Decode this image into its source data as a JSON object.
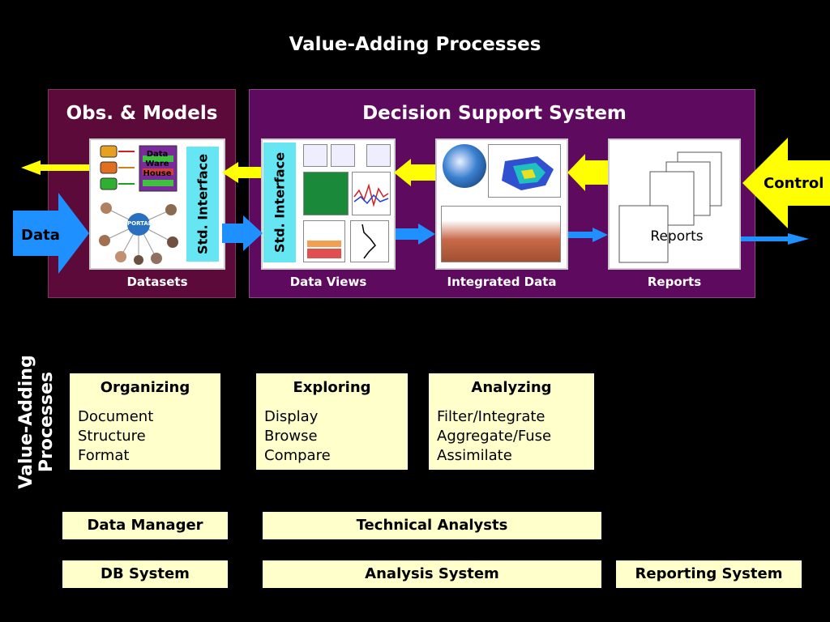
{
  "title": "Value-Adding Processes",
  "obs_panel": {
    "title": "Obs. & Models",
    "sublabel": "Datasets",
    "warehouse_label": "Data Ware House",
    "portal_label": "PORTAL"
  },
  "dss_panel": {
    "title": "Decision Support System",
    "sublabels": [
      "Data Views",
      "Integrated Data",
      "Reports"
    ],
    "reports_label": "Reports"
  },
  "interface_label": "Std. Interface",
  "data_arrow_label": "Data",
  "control_arrow_label": "Control",
  "side_label": [
    "Value-Adding",
    "Processes"
  ],
  "process_cards": [
    {
      "heading": "Organizing",
      "items": [
        "Document",
        "Structure",
        "Format"
      ]
    },
    {
      "heading": "Exploring",
      "items": [
        "Display",
        "Browse",
        "Compare"
      ]
    },
    {
      "heading": "Analyzing",
      "items": [
        "Filter/Integrate",
        "Aggregate/Fuse",
        "Assimilate"
      ]
    }
  ],
  "roles": {
    "data_manager": "Data Manager",
    "technical_analysts": "Technical Analysts"
  },
  "systems": {
    "db": "DB System",
    "analysis": "Analysis System",
    "reporting": "Reporting System"
  },
  "colors": {
    "obs_panel": "#5c0a3a",
    "dss_panel": "#5e0a5e",
    "interface": "#66e6f2",
    "card": "#ffffcc",
    "arrow_blue": "#1e90ff",
    "arrow_yellow": "#ffff00"
  }
}
